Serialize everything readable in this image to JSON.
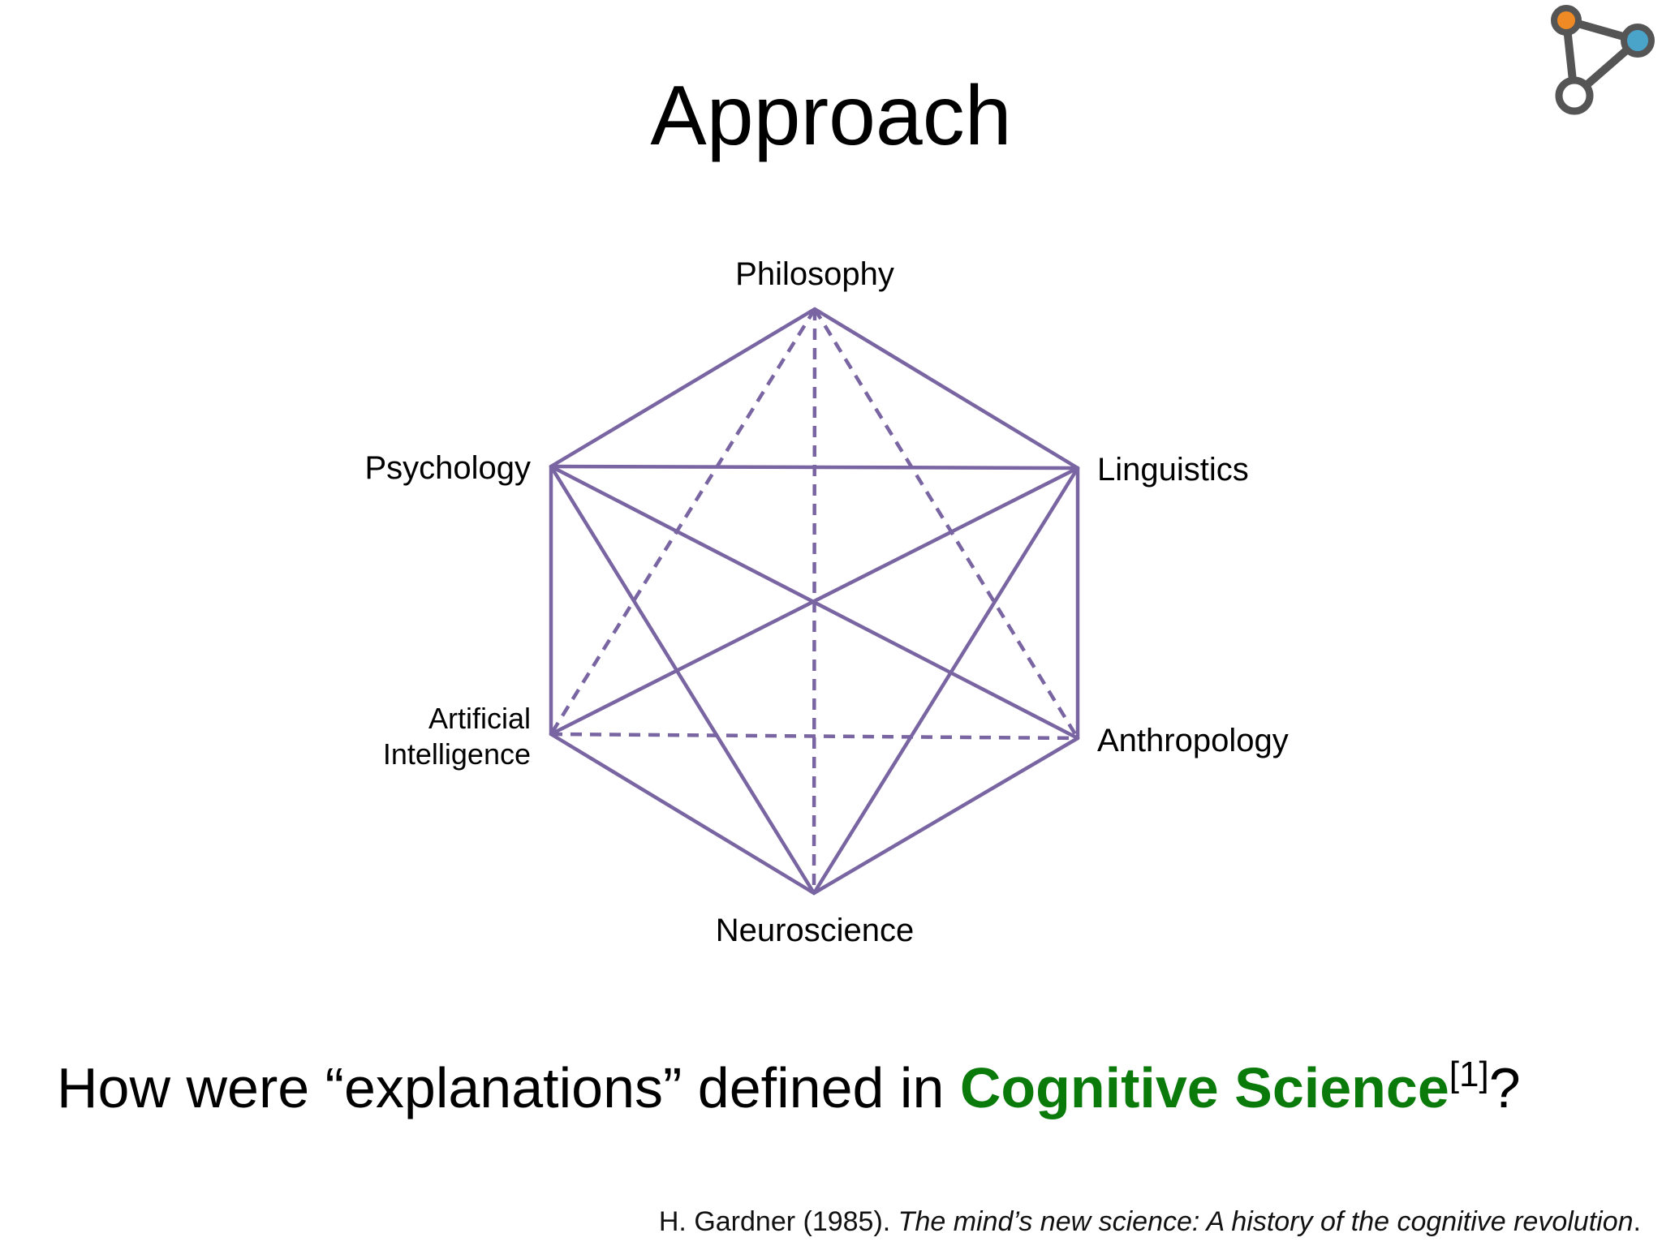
{
  "slide": {
    "title": "Approach"
  },
  "diagram": {
    "line_color": "#7a65a3",
    "nodes": [
      {
        "id": "philosophy",
        "label": "Philosophy"
      },
      {
        "id": "linguistics",
        "label": "Linguistics"
      },
      {
        "id": "anthropology",
        "label": "Anthropology"
      },
      {
        "id": "neuroscience",
        "label": "Neuroscience"
      },
      {
        "id": "ai",
        "label_line1": "Artificial",
        "label_line2": "Intelligence"
      },
      {
        "id": "psychology",
        "label": "Psychology"
      }
    ]
  },
  "question": {
    "prefix": "How were “explanations” defined in ",
    "highlight": "Cognitive Science",
    "highlight_color": "#0a7a0a",
    "reference": "[1]",
    "suffix": "?"
  },
  "citation": {
    "authors": "H. Gardner (1985). ",
    "title": "The mind’s new science: A history of the cognitive revolution",
    "end": "."
  },
  "logo": {
    "icon": "graph-nodes-logo",
    "colors": [
      "#f08a24",
      "#4aa3c8",
      "#555555"
    ]
  }
}
